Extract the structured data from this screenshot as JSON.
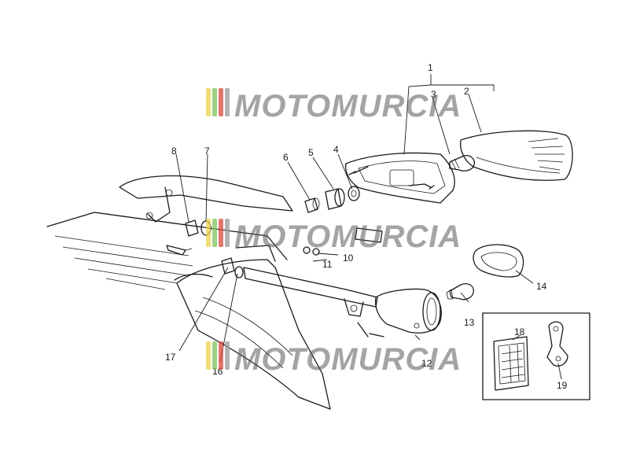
{
  "watermark": {
    "text": "MOTOMURCIA",
    "colors": [
      "#e8d34a",
      "#7fc15a",
      "#d9483b",
      "#9a9a9a"
    ]
  },
  "callouts": [
    "1",
    "2",
    "3",
    "4",
    "5",
    "6",
    "7",
    "8",
    "10",
    "11",
    "12",
    "13",
    "14",
    "16",
    "17",
    "18",
    "19"
  ]
}
